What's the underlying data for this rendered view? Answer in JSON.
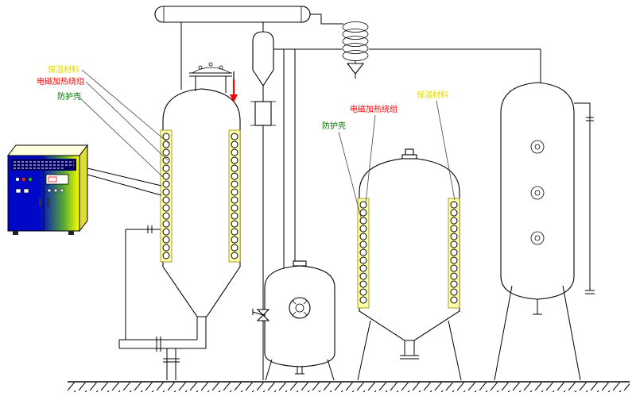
{
  "annotations": {
    "left_unit": {
      "insulation": "保温材料",
      "heating_coil": "电磁加热绕组",
      "protective_shell": "防护壳"
    },
    "right_unit": {
      "insulation": "保温材料",
      "heating_coil": "电磁加热绕组",
      "protective_shell": "防护壳"
    }
  },
  "colors": {
    "insulation_label": "#e0d800",
    "heating_coil_label": "#ff0000",
    "protective_shell_label": "#007700",
    "heating_band_fill": "#ffffaa",
    "winding_dot": "#ffffff",
    "cabinet_blue": "#0008c8",
    "cabinet_yellow": "#ffff00",
    "arrow_red": "#ff0000"
  }
}
